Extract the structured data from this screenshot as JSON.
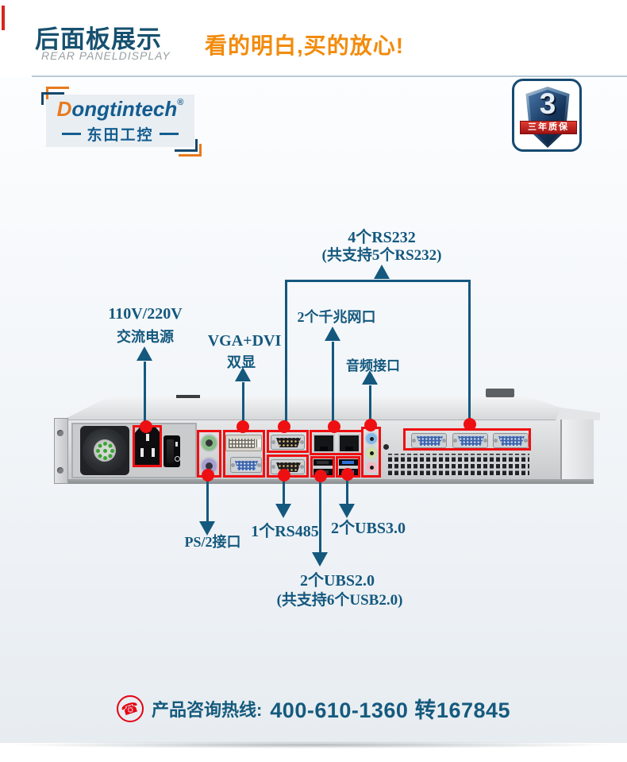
{
  "colors": {
    "title_blue": "#17506f",
    "slogan_orange": "#f28b0c",
    "brand_blue": "#135c90",
    "brand_orange": "#e87a1d",
    "badge_navy": "#164a70",
    "ribbon_red": "#c9151e",
    "callout_blue": "#14587e",
    "highlight_red": "#ee0f12",
    "hotline_blue": "#155a7d",
    "phone_red": "#e60012"
  },
  "header": {
    "title": "后面板展示",
    "subtitle": "REAR PANELDISPLAY",
    "slogan": "看的明白,买的放心!"
  },
  "logo": {
    "brand_initial": "D",
    "brand_rest": "ongtintech",
    "registered_mark": "®",
    "brand_chinese": "东田工控"
  },
  "badge": {
    "number": "3",
    "ribbon": "三年质保"
  },
  "callouts": {
    "rs232_top": {
      "line1": "4个RS232",
      "line2": "(共支持5个RS232)"
    },
    "power": {
      "line1": "110V/220V",
      "line2": "交流电源"
    },
    "display": {
      "line1": "VGA+DVI",
      "line2": "双显"
    },
    "lan": {
      "label": "2个千兆网口"
    },
    "audio": {
      "label": "音频接口"
    },
    "ps2": {
      "label": "PS/2接口"
    },
    "rs485": {
      "label": "1个RS485"
    },
    "usb3": {
      "label": "2个UBS3.0"
    },
    "usb2": {
      "line1": "2个UBS2.0",
      "line2": "(共支持6个USB2.0)"
    }
  },
  "hotline": {
    "label": "产品咨询热线:",
    "number": "400-610-1360 转167845"
  }
}
